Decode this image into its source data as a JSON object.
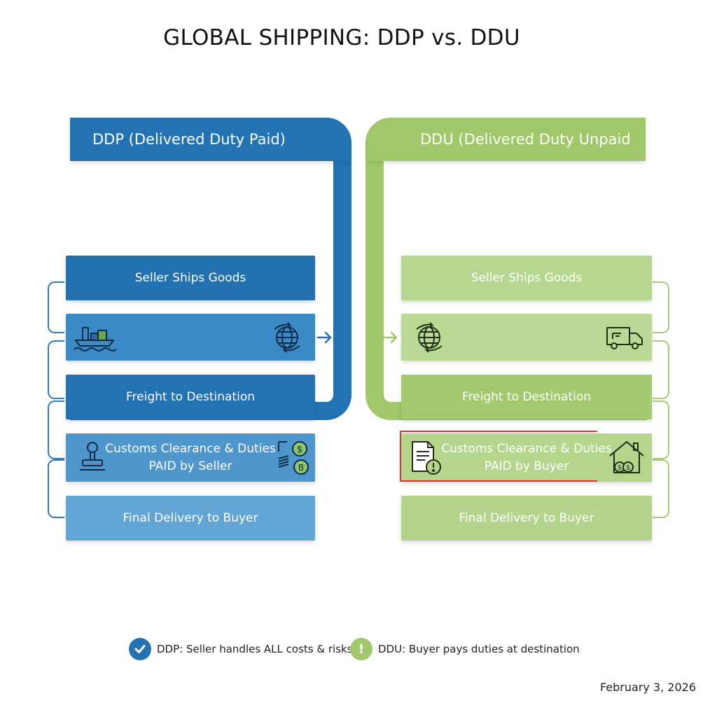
{
  "title": "GLOBAL SHIPPING: DDP vs. DDU",
  "ddp": {
    "header": "DDP (Delivered Duty Paid)",
    "steps": {
      "seller_ships": "Seller Ships Goods",
      "freight": "Freight to Destination",
      "customs_line1": "Customs Clearance & Duties",
      "customs_line2": "PAID by Seller",
      "final_delivery": "Final Delivery to Buyer"
    },
    "icons": [
      "cargo-ship-icon",
      "globe-icon",
      "stamp-icon",
      "money-stack-icon"
    ],
    "color": "#2373b4"
  },
  "ddu": {
    "header": "DDU (Delivered Duty Unpaid",
    "steps": {
      "seller_ships": "Seller Ships Goods",
      "freight": "Freight to Destination",
      "customs_line1": "Customs Clearance & Duties",
      "customs_line2": "PAID by Buyer",
      "final_delivery": "Final Delivery to Buyer"
    },
    "icons": [
      "globe-icon",
      "delivery-truck-icon",
      "document-alert-icon",
      "house-money-icon"
    ],
    "color": "#a0c86a",
    "highlight_color": "#e0312b"
  },
  "legend": {
    "ddp_text": "DDP: Seller handles ALL costs & risks",
    "ddu_text": "DDU: Buyer pays duties at destination",
    "ddp_badge_icon": "checkmark-icon",
    "ddu_badge_icon": "exclamation-icon",
    "ddu_badge_glyph": "!"
  },
  "date": "February 3, 2026"
}
